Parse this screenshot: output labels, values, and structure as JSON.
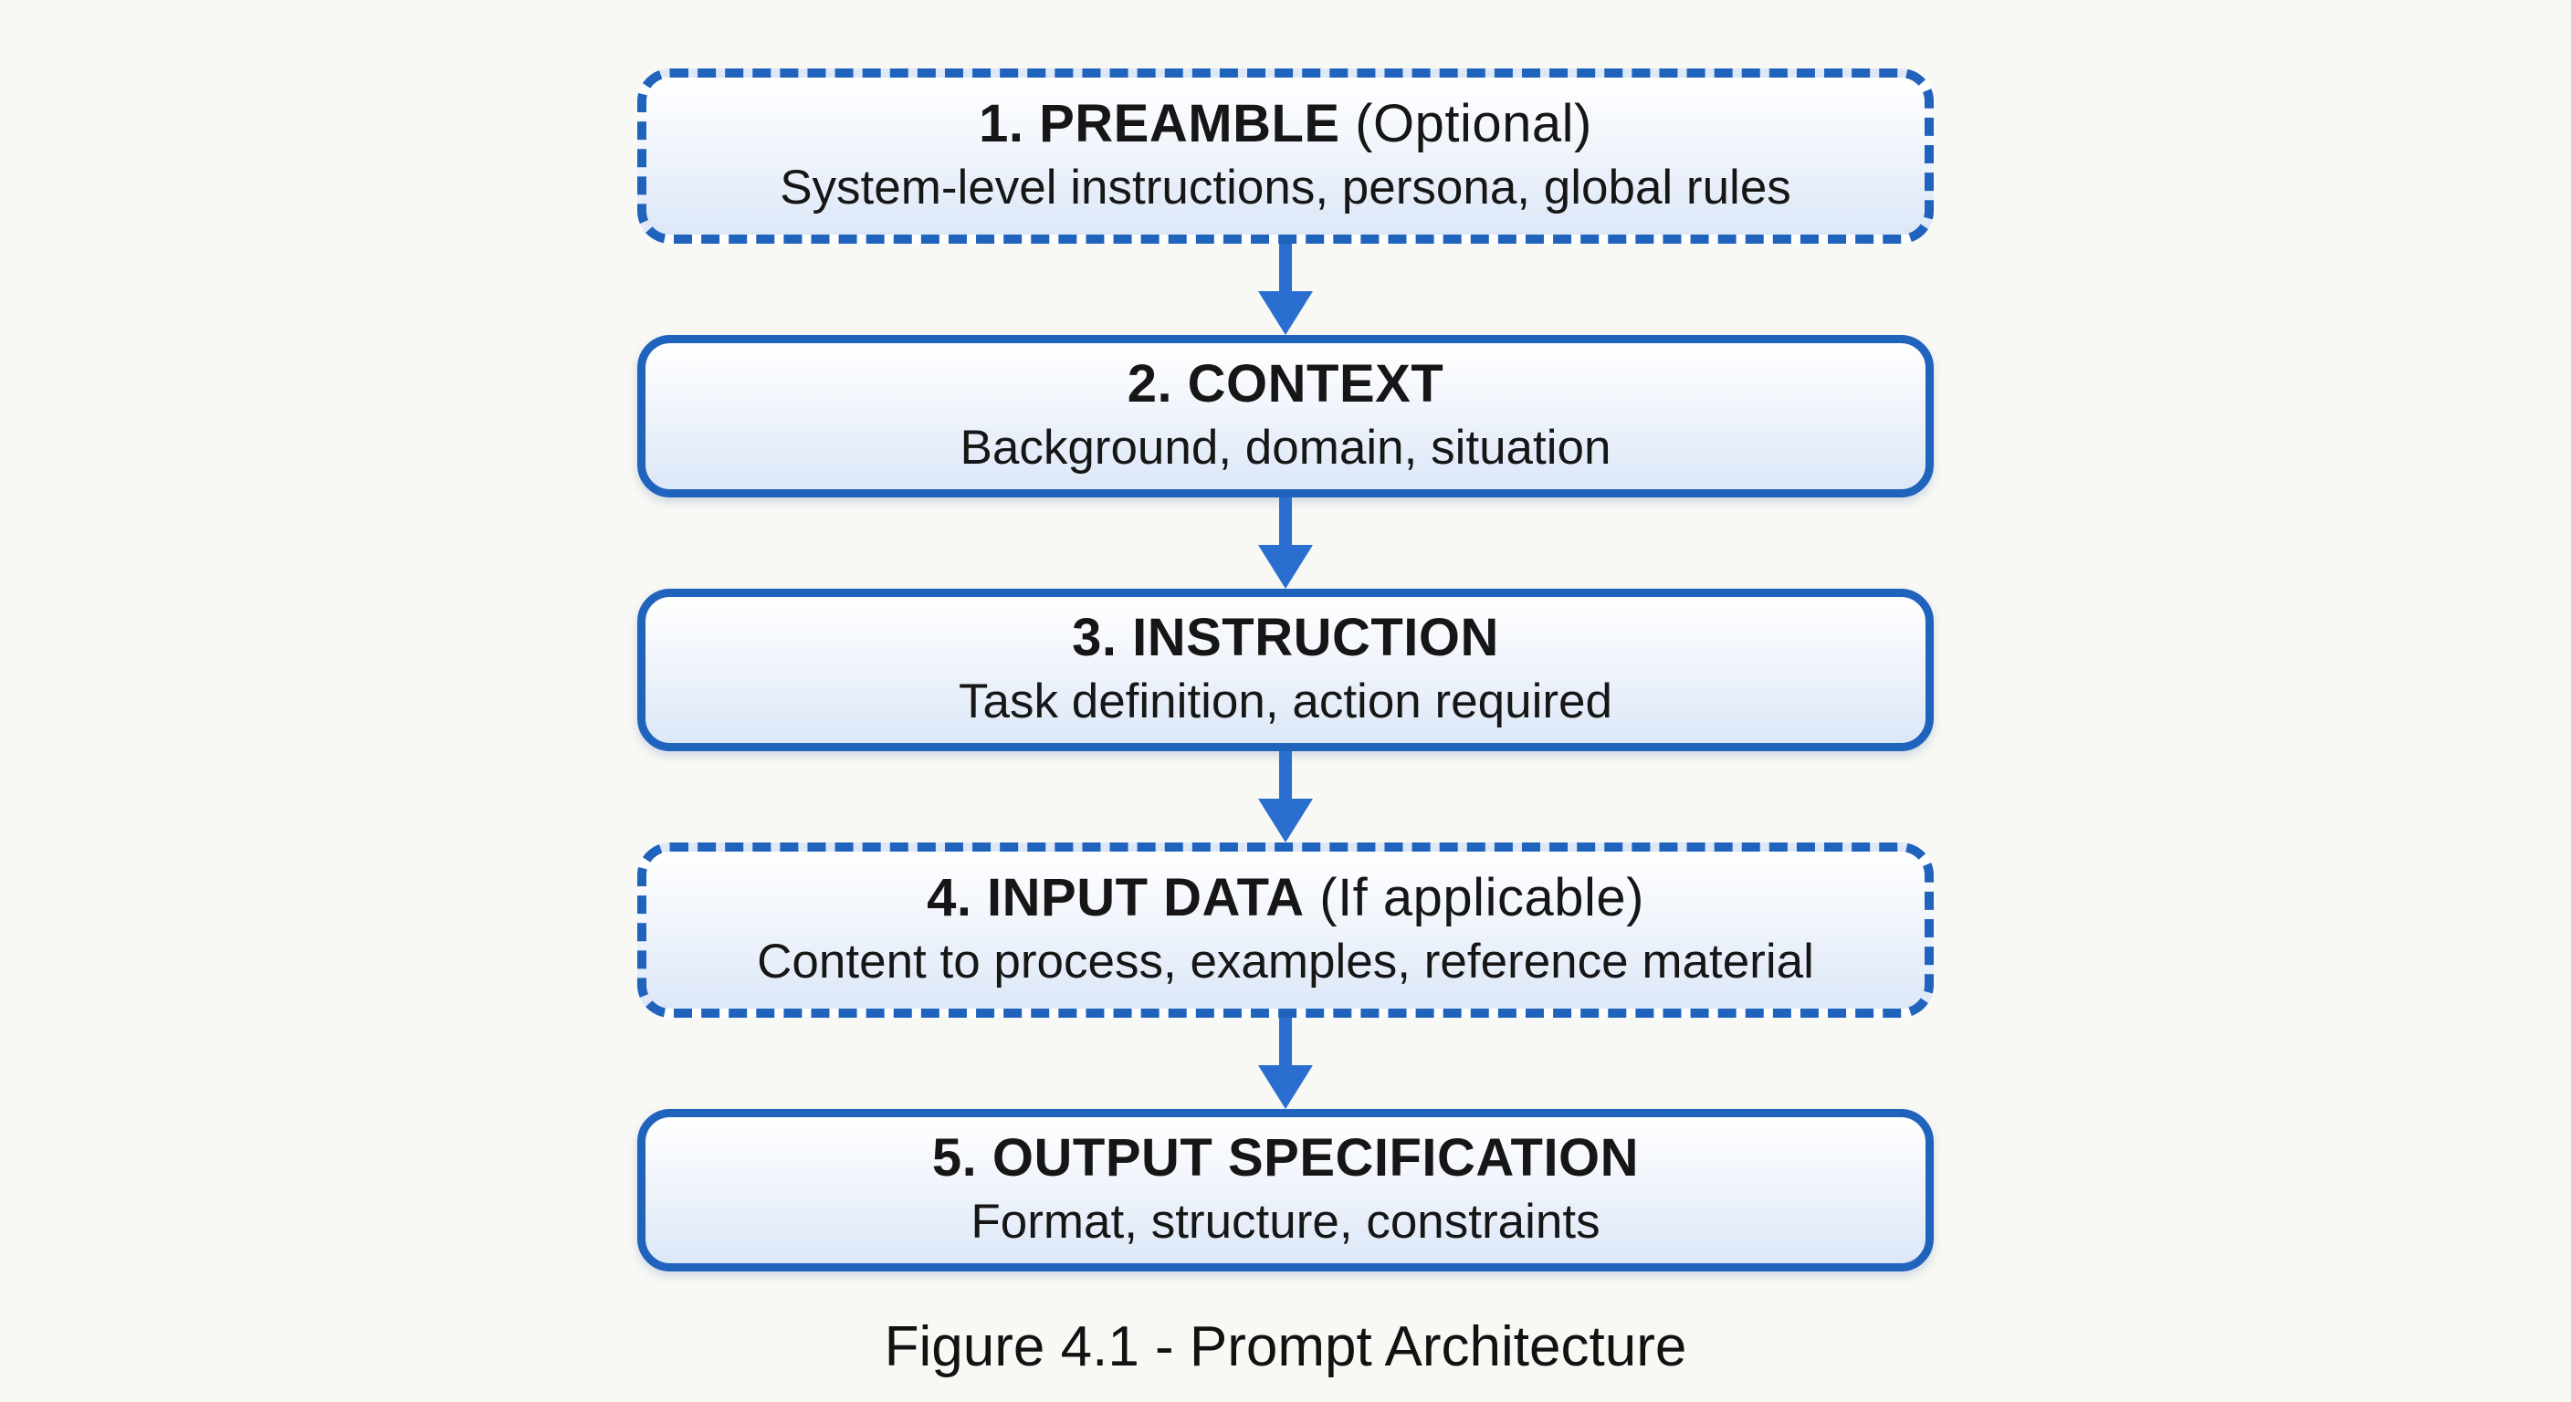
{
  "page": {
    "background": "#f8f8f5",
    "text_color": "#161616",
    "caption": "Figure 4.1 - Prompt Architecture"
  },
  "colors": {
    "box_border": "#2063bd",
    "arrow": "#2a6fd0",
    "box_fill_top": "#ffffff",
    "box_fill_mid": "#eef3fb",
    "box_fill_bottom": "#dce7f7"
  },
  "diagram": {
    "type": "flowchart",
    "direction": "top-to-bottom",
    "nodes": [
      {
        "order": 1,
        "title": "1. PREAMBLE",
        "title_suffix": " (Optional)",
        "subtitle": "System-level instructions, persona, global rules",
        "border_style": "dashed"
      },
      {
        "order": 2,
        "title": "2. CONTEXT",
        "title_suffix": "",
        "subtitle": "Background, domain, situation",
        "border_style": "solid"
      },
      {
        "order": 3,
        "title": "3. INSTRUCTION",
        "title_suffix": "",
        "subtitle": "Task definition, action required",
        "border_style": "solid"
      },
      {
        "order": 4,
        "title": "4. INPUT DATA",
        "title_suffix": " (If applicable)",
        "subtitle": "Content to process, examples, reference material",
        "border_style": "dashed"
      },
      {
        "order": 5,
        "title": "5. OUTPUT SPECIFICATION",
        "title_suffix": "",
        "subtitle": "Format, structure, constraints",
        "border_style": "solid"
      }
    ],
    "connector_style": "down-arrow"
  }
}
